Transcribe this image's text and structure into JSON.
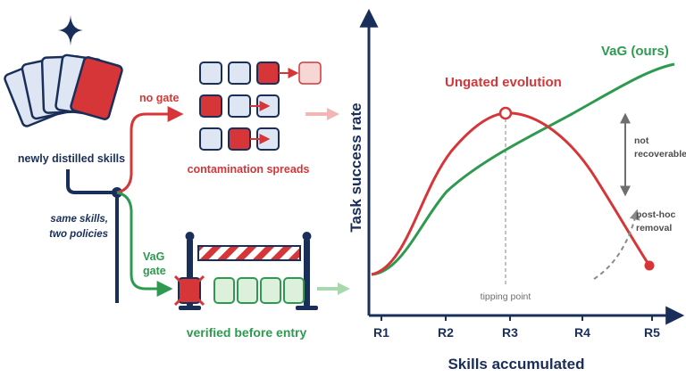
{
  "colors": {
    "navy": "#1a2e5a",
    "red": "#d63638",
    "green": "#2e9a4f",
    "grey": "#8a8a8a",
    "light_blue": "#dde6f2",
    "light_pink": "#f7d6d6",
    "light_green": "#ddf0dc",
    "pale_pink_arrow": "#f3b6b6",
    "pale_green_arrow": "#a8d9ae"
  },
  "left": {
    "cards_label": "newly distilled skills",
    "policy_note_line1": "same skills,",
    "policy_note_line2": "two policies",
    "no_gate_label": "no gate",
    "contamination_label": "contamination spreads",
    "vag_gate_line1": "VaG",
    "vag_gate_line2": "gate",
    "verified_label": "verified before entry",
    "icons": [
      "sparkle-icon",
      "card-stack-icon",
      "barrier-gate-icon",
      "rejected-x-icon"
    ]
  },
  "chart_data": {
    "type": "line",
    "x": [
      "R1",
      "R2",
      "R3",
      "R4",
      "R5"
    ],
    "xlabel": "Skills accumulated",
    "ylabel": "Task success rate",
    "series": [
      {
        "name": "VaG (ours)",
        "color": "#2e9a4f"
      },
      {
        "name": "Ungated evolution",
        "color": "#d63638"
      }
    ],
    "annotations": {
      "tipping_point": "tipping point",
      "not_recoverable_line1": "not",
      "not_recoverable_line2": "recoverable",
      "post_hoc_line1": "post-hoc",
      "post_hoc_line2": "removal"
    }
  }
}
